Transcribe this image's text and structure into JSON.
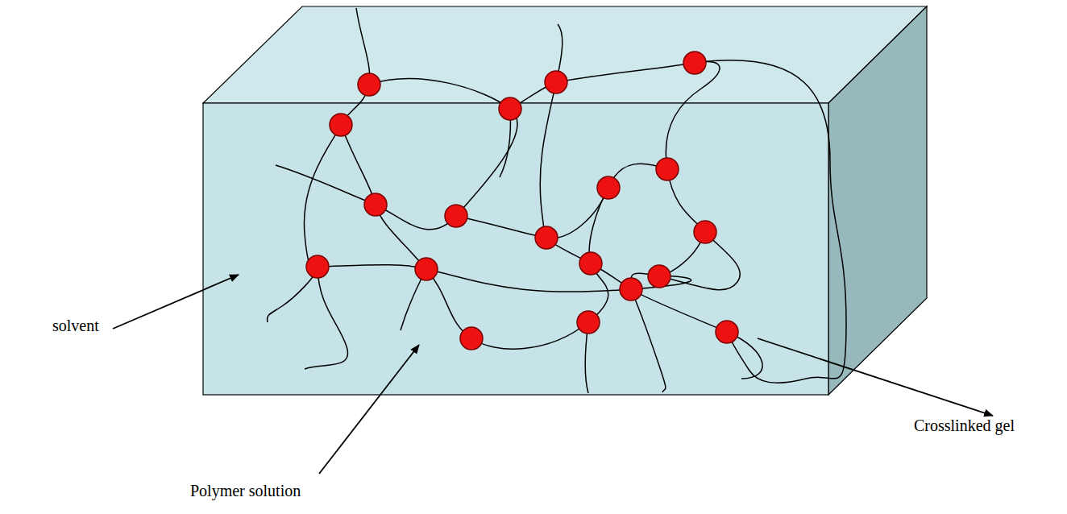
{
  "diagram": {
    "labels": [
      "solvent",
      "Polymer solution",
      "Crosslinked gel"
    ]
  }
}
